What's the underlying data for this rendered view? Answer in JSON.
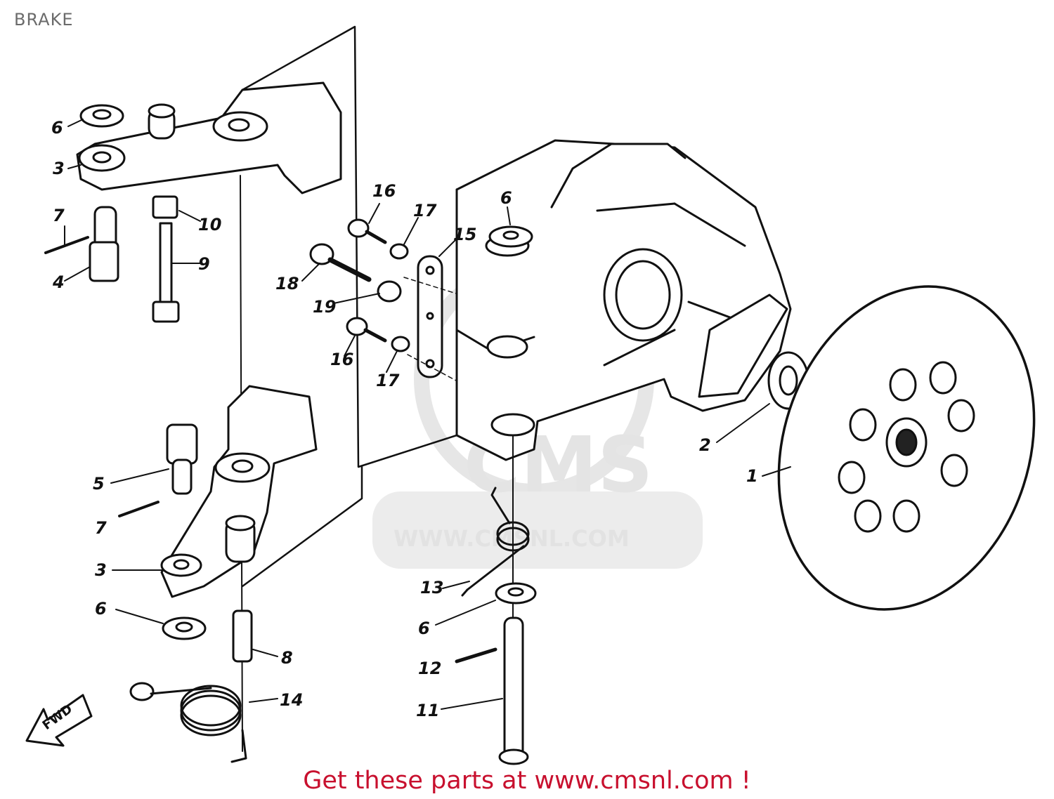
{
  "header": {
    "title": "BRAKE"
  },
  "watermark": {
    "brand": "CMS",
    "url": "WWW.CMSNL.COM"
  },
  "fwd_arrow": {
    "label": "FWD"
  },
  "callouts": [
    {
      "id": "c1",
      "label": "1"
    },
    {
      "id": "c2",
      "label": "2"
    },
    {
      "id": "c3a",
      "label": "3"
    },
    {
      "id": "c3b",
      "label": "3"
    },
    {
      "id": "c4",
      "label": "4"
    },
    {
      "id": "c5",
      "label": "5"
    },
    {
      "id": "c6a",
      "label": "6"
    },
    {
      "id": "c6b",
      "label": "6"
    },
    {
      "id": "c6c",
      "label": "6"
    },
    {
      "id": "c6d",
      "label": "6"
    },
    {
      "id": "c7a",
      "label": "7"
    },
    {
      "id": "c7b",
      "label": "7"
    },
    {
      "id": "c8",
      "label": "8"
    },
    {
      "id": "c9",
      "label": "9"
    },
    {
      "id": "c10",
      "label": "10"
    },
    {
      "id": "c11",
      "label": "11"
    },
    {
      "id": "c12",
      "label": "12"
    },
    {
      "id": "c13",
      "label": "13"
    },
    {
      "id": "c14",
      "label": "14"
    },
    {
      "id": "c15",
      "label": "15"
    },
    {
      "id": "c16a",
      "label": "16"
    },
    {
      "id": "c16b",
      "label": "16"
    },
    {
      "id": "c17a",
      "label": "17"
    },
    {
      "id": "c17b",
      "label": "17"
    },
    {
      "id": "c18",
      "label": "18"
    },
    {
      "id": "c19",
      "label": "19"
    }
  ],
  "footer": {
    "text": "Get these parts at www.cmsnl.com !"
  },
  "colors": {
    "footer_text": "#c8102e",
    "line_art": "#111111",
    "watermark": "#e2e2e2"
  }
}
